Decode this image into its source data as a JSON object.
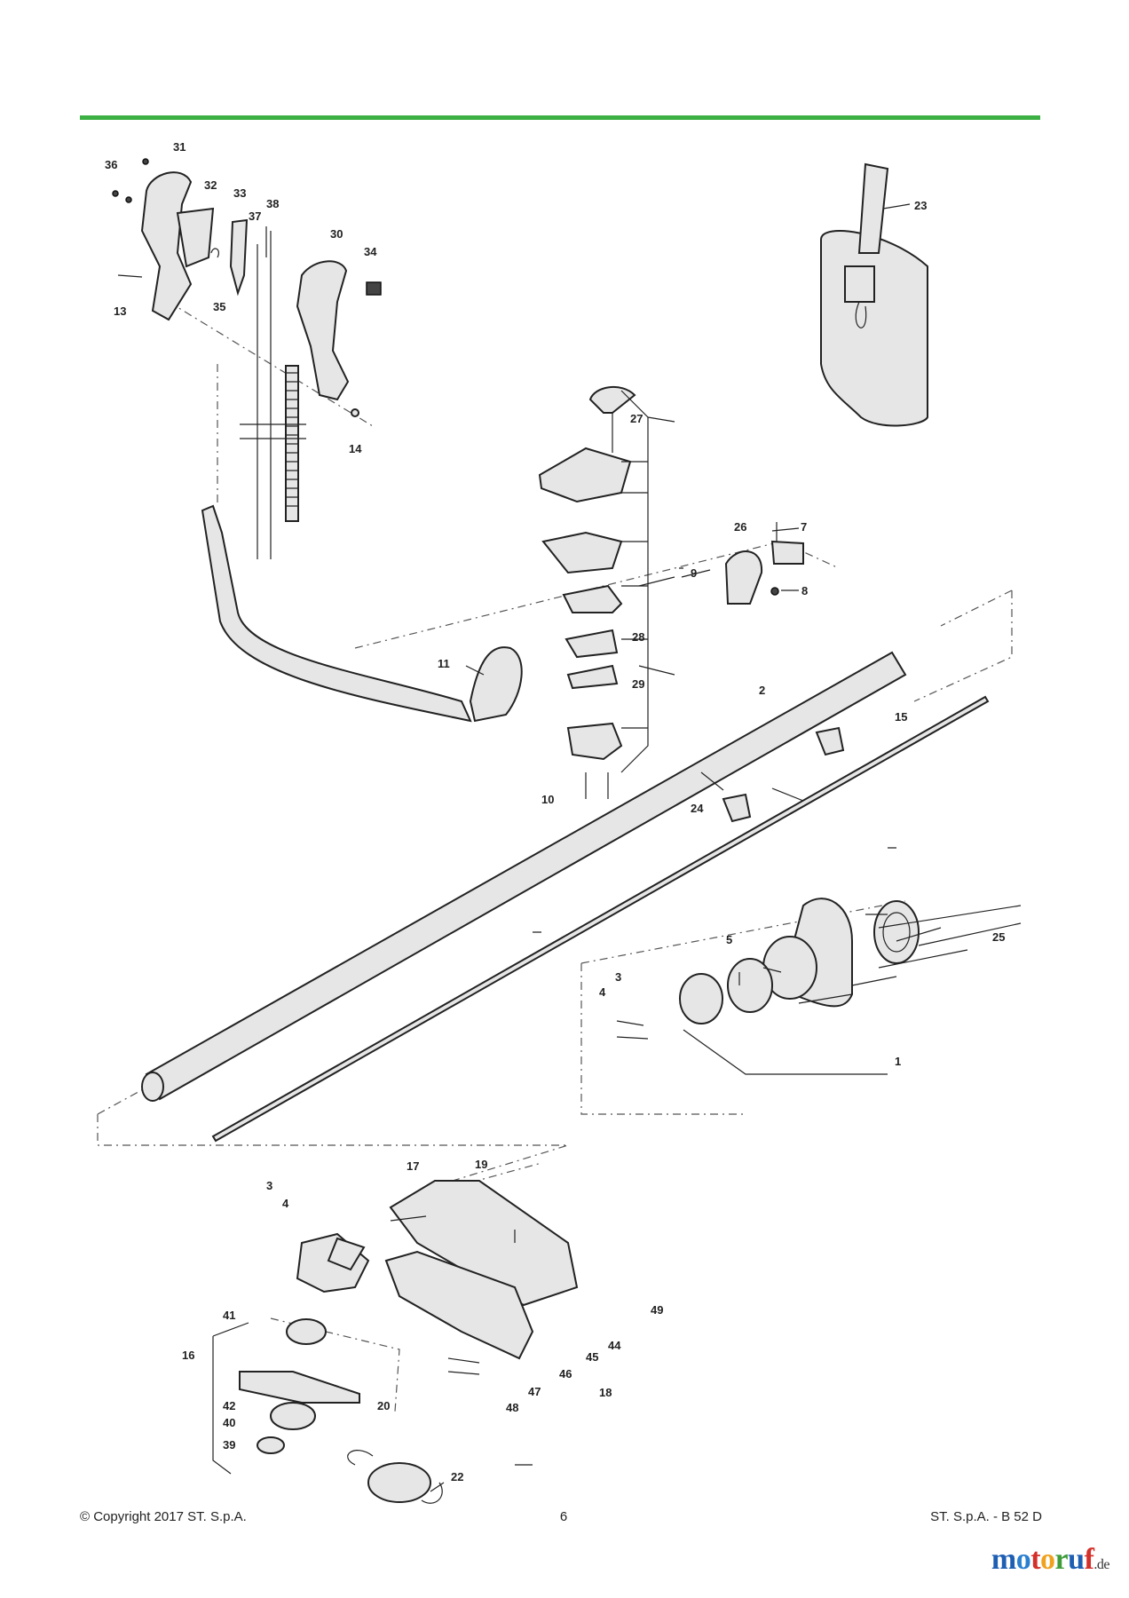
{
  "page": {
    "rule_color": "#3cb043"
  },
  "labels": {
    "p1": "1",
    "p2": "2",
    "p3a": "3",
    "p3b": "3",
    "p4a": "4",
    "p4b": "4",
    "p5": "5",
    "p7": "7",
    "p8": "8",
    "p9": "9",
    "p10": "10",
    "p11": "11",
    "p13": "13",
    "p14": "14",
    "p15": "15",
    "p16": "16",
    "p17": "17",
    "p18": "18",
    "p19": "19",
    "p20": "20",
    "p22": "22",
    "p23": "23",
    "p24": "24",
    "p25": "25",
    "p26": "26",
    "p27": "27",
    "p28": "28",
    "p29": "29",
    "p30": "30",
    "p31": "31",
    "p32": "32",
    "p33": "33",
    "p34": "34",
    "p35": "35",
    "p36": "36",
    "p37": "37",
    "p38": "38",
    "p39": "39",
    "p40": "40",
    "p41": "41",
    "p42": "42",
    "p44": "44",
    "p45": "45",
    "p46": "46",
    "p47": "47",
    "p48": "48",
    "p49": "49"
  },
  "footer": {
    "copyright": "© Copyright 2017 ST. S.p.A.",
    "page_number": "6",
    "model": "ST. S.p.A. - B 52 D"
  },
  "watermark": {
    "m": "m",
    "o1": "o",
    "t": "t",
    "o2": "o",
    "r": "r",
    "u": "u",
    "f": "f",
    "de": ".de"
  }
}
